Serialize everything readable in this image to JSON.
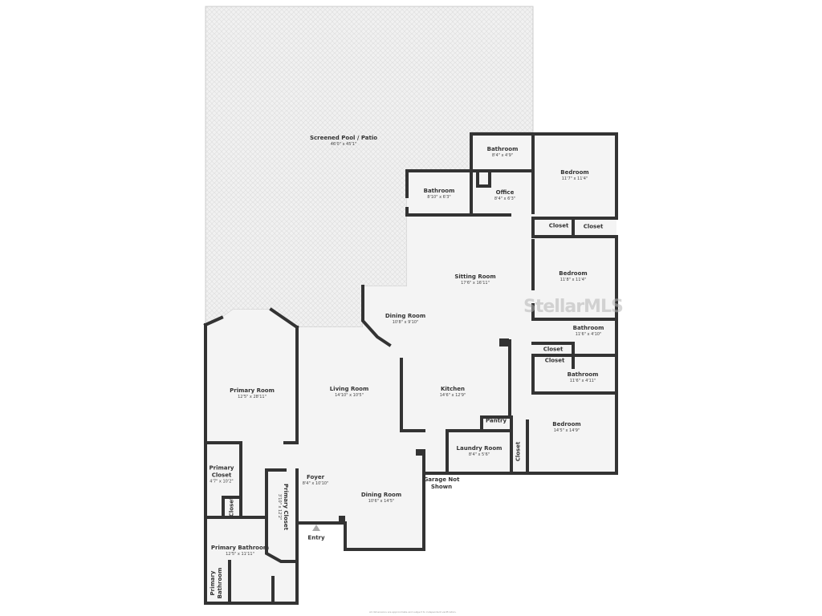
{
  "rooms": {
    "pool": {
      "name": "Screened Pool / Patio",
      "dims": "46'0\" x 45'1\""
    },
    "bath_top": {
      "name": "Bathroom",
      "dims": "8'4\" x 4'9\""
    },
    "bedroom1": {
      "name": "Bedroom",
      "dims": "11'7\" x 11'4\""
    },
    "bath_office": {
      "name": "Bathroom",
      "dims": "8'10\" x 6'3\""
    },
    "office": {
      "name": "Office",
      "dims": "8'4\" x 6'3\""
    },
    "closet1": {
      "name": "Closet"
    },
    "closet2": {
      "name": "Closet"
    },
    "sitting": {
      "name": "Sitting Room",
      "dims": "17'6\" x 16'11\""
    },
    "bedroom2": {
      "name": "Bedroom",
      "dims": "11'8\" x 11'4\""
    },
    "dining1": {
      "name": "Dining Room",
      "dims": "10'8\" x 9'10\""
    },
    "bath2": {
      "name": "Bathroom",
      "dims": "11'6\" x 4'10\""
    },
    "closet3": {
      "name": "Closet"
    },
    "closet4": {
      "name": "Closet"
    },
    "bath3": {
      "name": "Bathroom",
      "dims": "11'6\" x 4'11\""
    },
    "primary_room": {
      "name": "Primary Room",
      "dims": "12'5\" x 28'11\""
    },
    "living": {
      "name": "Living Room",
      "dims": "14'10\" x 10'5\""
    },
    "kitchen": {
      "name": "Kitchen",
      "dims": "14'6\" x 12'9\""
    },
    "pantry": {
      "name": "Pantry"
    },
    "bedroom3": {
      "name": "Bedroom",
      "dims": "14'5\" x 14'9\""
    },
    "laundry": {
      "name": "Laundry Room",
      "dims": "8'4\" x 5'6\""
    },
    "closet5": {
      "name": "Closet"
    },
    "primary_closet1": {
      "name": "Primary Closet",
      "dims": "4'7\" x 10'2\""
    },
    "closet6": {
      "name": "Closet"
    },
    "primary_closet2": {
      "name": "Primary Closet",
      "dims": "3'10\" x 12'2\""
    },
    "foyer": {
      "name": "Foyer",
      "dims": "8'4\" x 10'10\""
    },
    "dining2": {
      "name": "Dining Room",
      "dims": "10'6\" x 14'5\""
    },
    "primary_bath": {
      "name": "Primary Bathroom",
      "dims": "12'5\" x 11'11\""
    },
    "primary_bath2": {
      "name": "Primary Bathroom"
    }
  },
  "labels": {
    "garage": "Garage Not Shown",
    "entry": "Entry"
  },
  "watermark": "StellarMLS",
  "disclaimer": "All dimensions are approximate and subject to independent verification.",
  "colors": {
    "wall": "#333333",
    "floor": "#f4f4f4",
    "patio": "#eeeeee"
  }
}
